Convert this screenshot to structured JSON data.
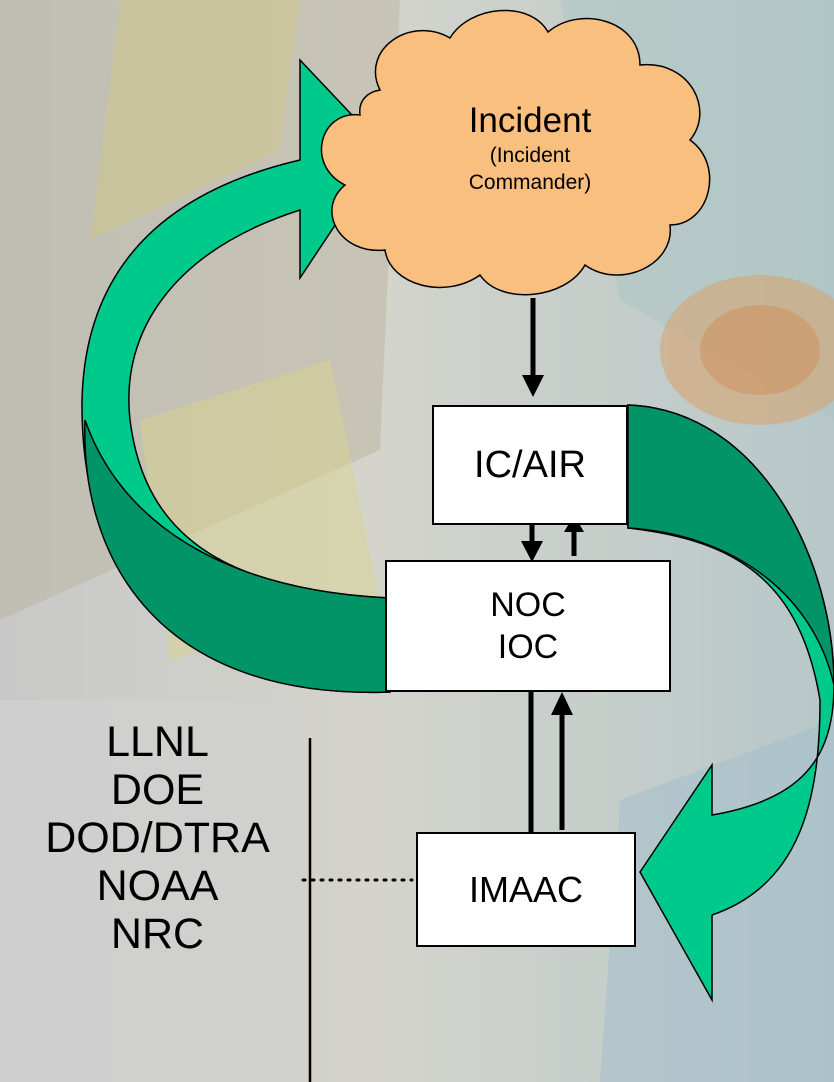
{
  "incident": {
    "title": "Incident",
    "subtitle_line1": "(Incident",
    "subtitle_line2": "Commander)",
    "fill_color": "#f9bf7e"
  },
  "boxes": {
    "ic_air": "IC/AIR",
    "noc_line1": "NOC",
    "noc_line2": "IOC",
    "imaac": "IMAAC"
  },
  "organizations": [
    "LLNL",
    "DOE",
    "DOD/DTRA",
    "NOAA",
    "NRC"
  ],
  "colors": {
    "cycle_arrow_light": "#00c98c",
    "cycle_arrow_dark": "#009466",
    "background": "#cfcfcf"
  }
}
